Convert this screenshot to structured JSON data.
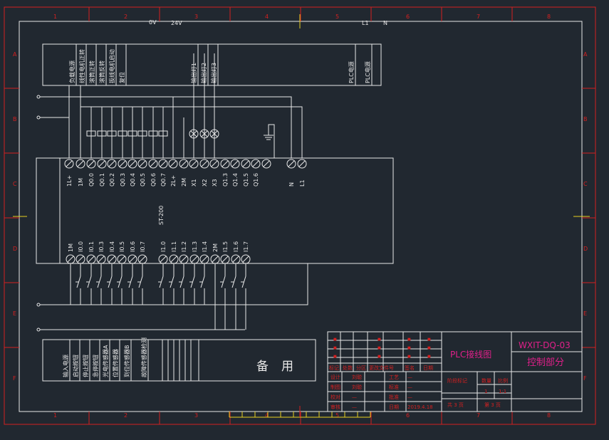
{
  "voltage_labels": {
    "v0": "0V",
    "v24": "24V",
    "l1": "L1",
    "n": "N"
  },
  "grid_numbers": [
    "1",
    "2",
    "3",
    "4",
    "5",
    "6",
    "7",
    "8"
  ],
  "grid_letters": [
    "A",
    "B",
    "C",
    "D",
    "E",
    "F"
  ],
  "top_labels": [
    "负载电源",
    "线性电机正转",
    "滚筒正转",
    "滚筒反转",
    "扳线电机启动",
    "复位",
    "输出灯1",
    "输出灯2",
    "输出灯3",
    "PLC电源",
    "PLC电源"
  ],
  "top_terminals": [
    "1L+",
    "1M",
    "Q0.0",
    "Q0.1",
    "Q0.2",
    "Q0.3",
    "Q0.4",
    "Q0.5",
    "Q0.6",
    "Q0.7",
    "2L+",
    "2M",
    "X1",
    "X2",
    "X3",
    "Q1.3",
    "Q1.4",
    "Q1.5",
    "Q1.6",
    "",
    "N",
    "L1"
  ],
  "plc_model": "ST-200",
  "bottom_terminals": [
    "1M",
    "I0.0",
    "I0.1",
    "I0.3",
    "I0.4",
    "I0.5",
    "I0.6",
    "I0.7",
    "I1.0",
    "I1.1",
    "I1.2",
    "I1.3",
    "I1.4",
    "2M",
    "I1.5",
    "I1.6",
    "I1.7"
  ],
  "bottom_labels": [
    "输入电源",
    "启动按钮",
    "停止按钮",
    "急停按钮",
    "光电传感器A",
    "位置传感器",
    "到位传感器B",
    "故障传感器检测"
  ],
  "spare_label": "备用",
  "title_block": {
    "drawing_name": "PLC接线图",
    "drawing_code": "WXIT-DQ-03",
    "section": "控制部分",
    "header_row": [
      "标记",
      "处数",
      "分区",
      "更改文件号",
      "签名",
      "日期"
    ],
    "left_rows": [
      [
        "设计",
        "刘聪",
        "工艺",
        "—"
      ],
      [
        "制图",
        "刘聪",
        "标准",
        "—"
      ],
      [
        "校对",
        "—",
        "批准",
        "—"
      ],
      [
        "审核",
        "—",
        "日期",
        "2019.4.18"
      ]
    ],
    "stage_label": "阶段标记",
    "weight_label": "数量",
    "scale_label": "比例",
    "weight_value": "1",
    "scale_value": "1:1",
    "sheets": "共 3 页",
    "sheet_no": "第 3 页"
  },
  "colors": {
    "background": "#212830",
    "wiring": "#e8e8e8",
    "border": "#d42020",
    "title_text": "#e0208a",
    "center_mark": "#e8d020"
  }
}
